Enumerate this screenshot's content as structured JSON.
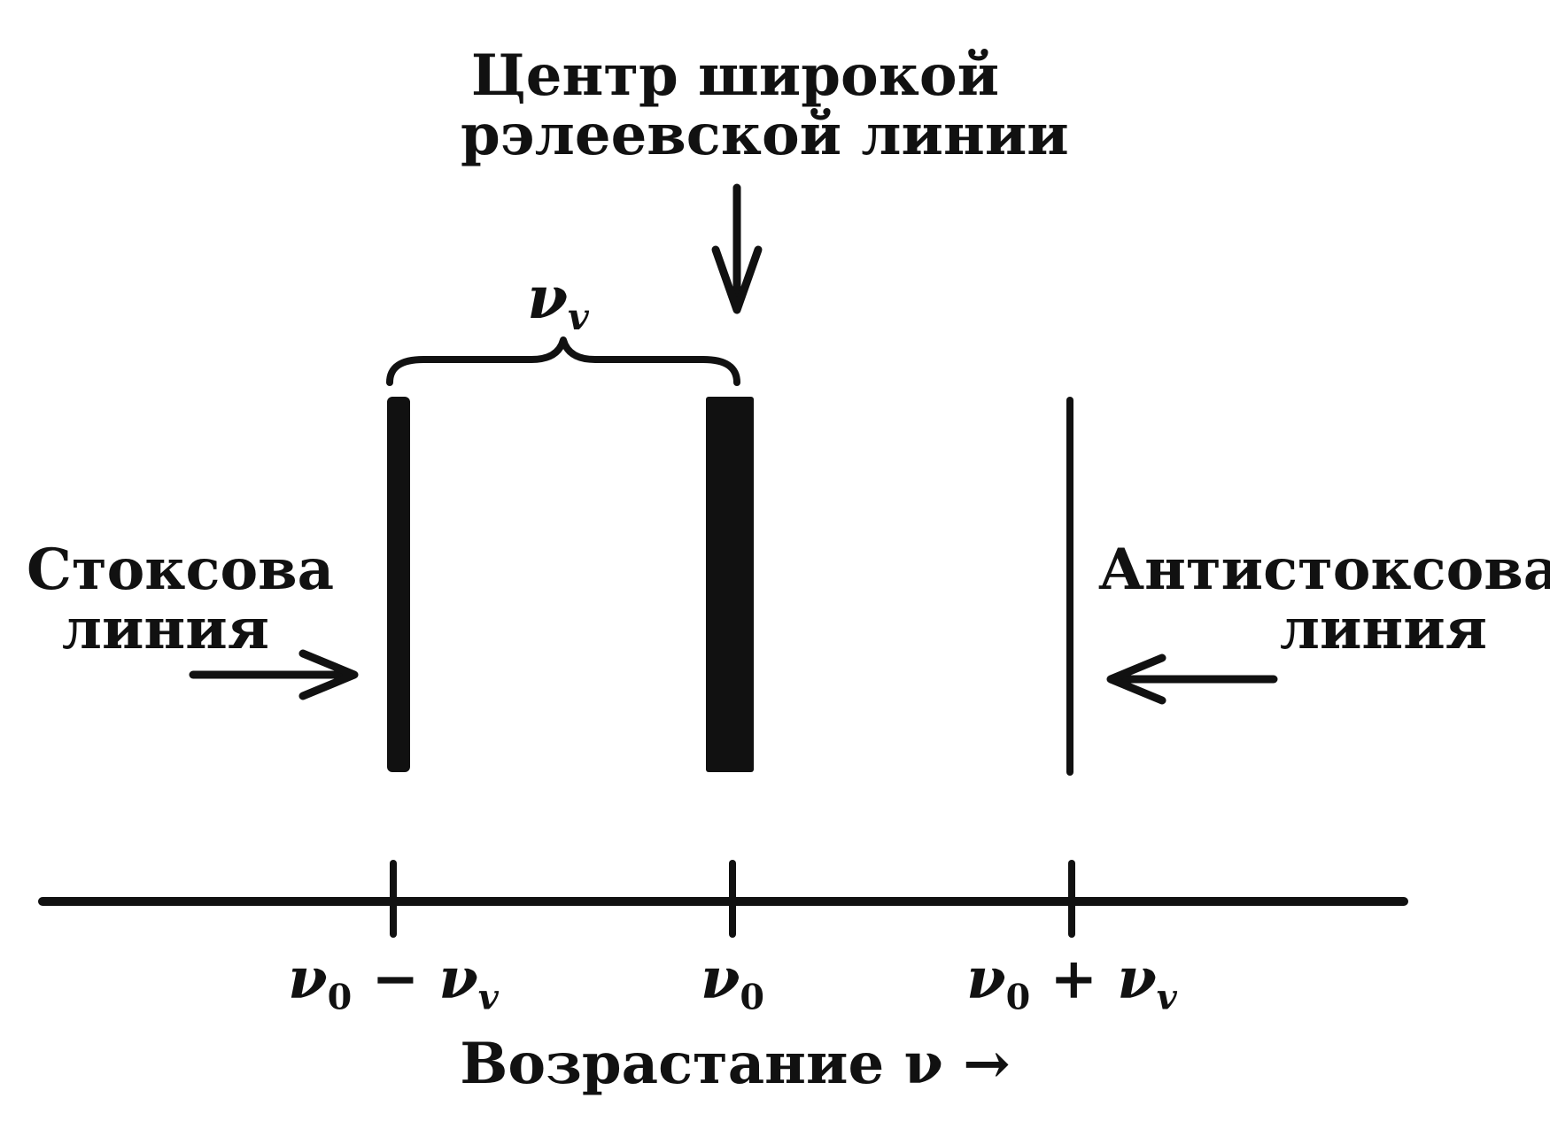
{
  "colors": {
    "ink": "#111111",
    "background": "#ffffff"
  },
  "labels": {
    "rayleigh_center_line1": "Центр широкой",
    "rayleigh_center_line2": "рэлеевской линии",
    "stokes_line1": "Стоксова",
    "stokes_line2": "линия",
    "antistokes_line1": "Антистоксова",
    "antistokes_line2": "линия",
    "shift_symbol": "ν",
    "shift_subscript": "v",
    "axis_title": "Возрастание ν →"
  },
  "ticks": [
    {
      "symbol": "ν",
      "sub": "0",
      "op": " − ",
      "symbol2": "ν",
      "sub2": "v"
    },
    {
      "symbol": "ν",
      "sub": "0",
      "op": "",
      "symbol2": "",
      "sub2": ""
    },
    {
      "symbol": "ν",
      "sub": "0",
      "op": " + ",
      "symbol2": "ν",
      "sub2": "v"
    }
  ],
  "icons": {
    "down_arrow": "arrow-down-icon",
    "right_arrow": "arrow-right-icon",
    "left_arrow": "arrow-left-icon",
    "brace": "brace-icon"
  }
}
